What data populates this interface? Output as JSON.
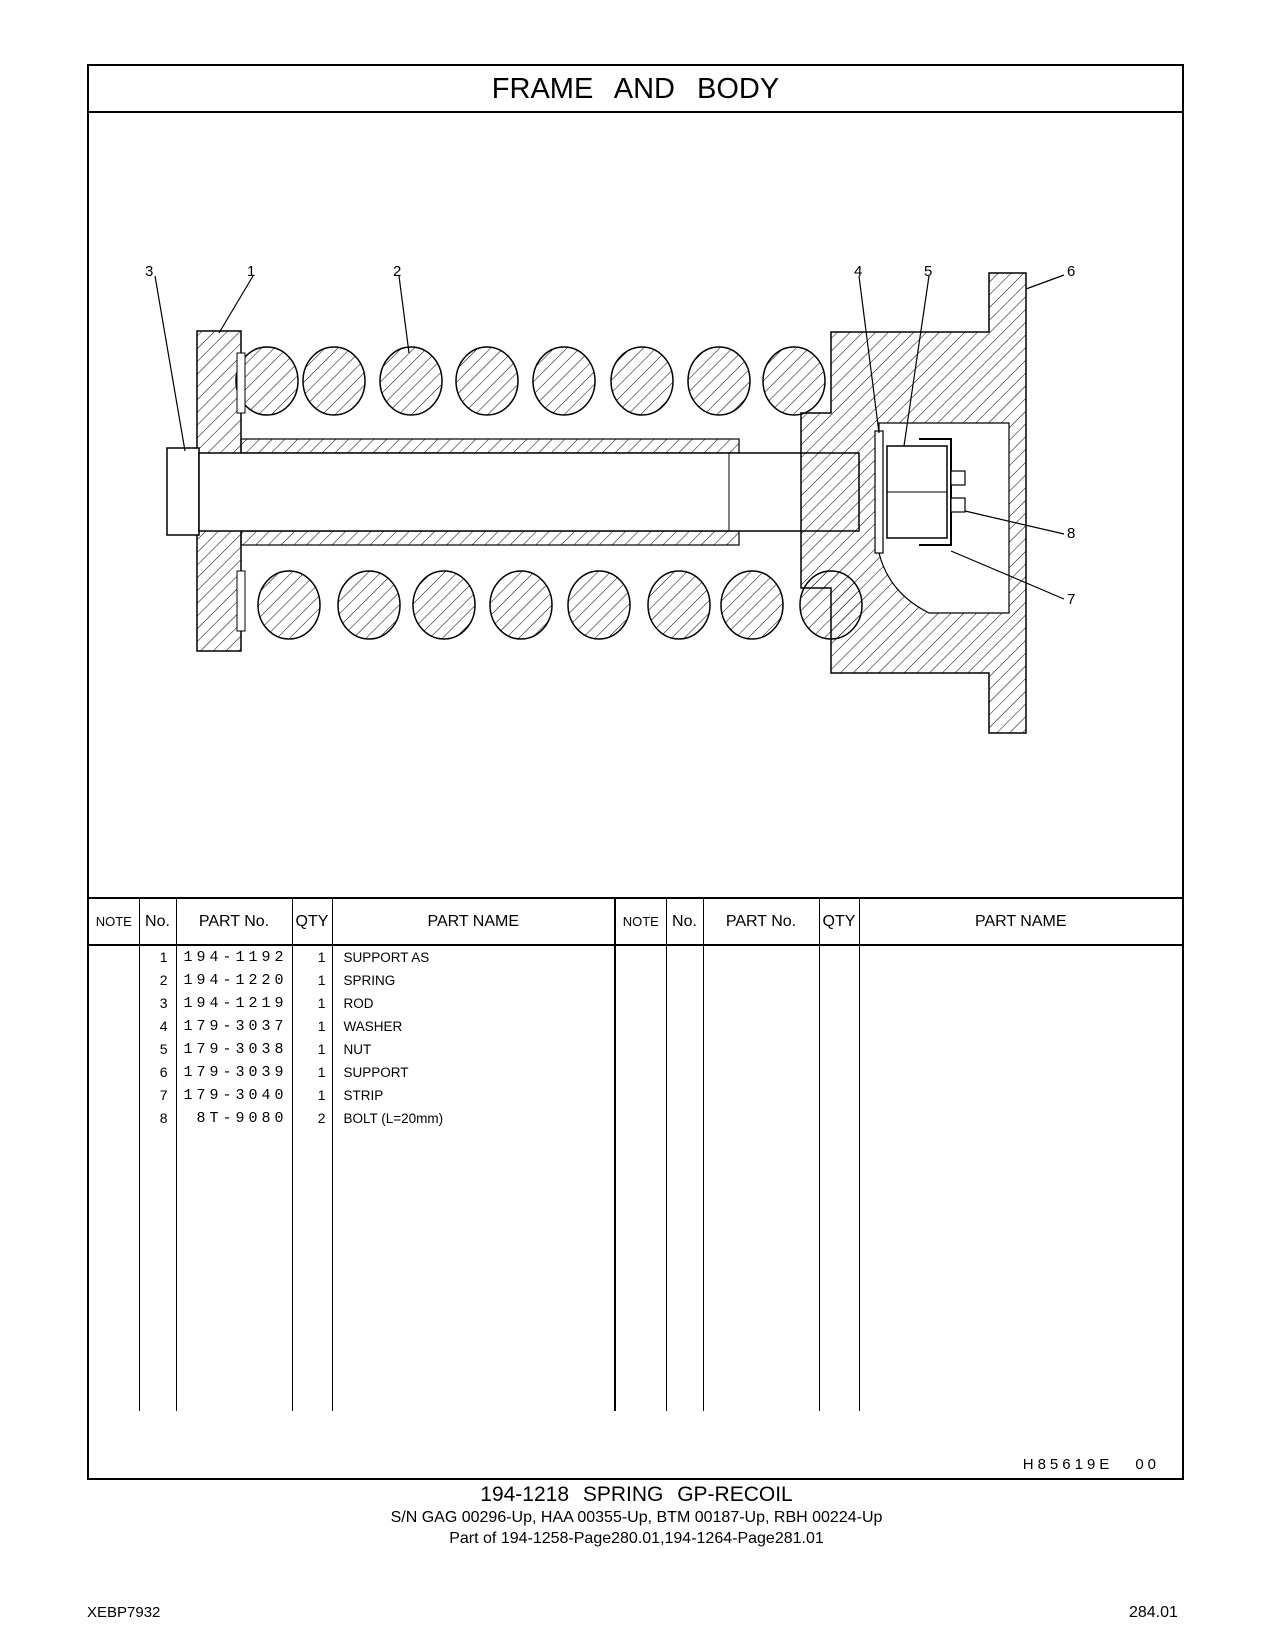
{
  "header": {
    "title": "FRAME AND BODY"
  },
  "callouts": [
    "3",
    "1",
    "2",
    "4",
    "5",
    "6",
    "8",
    "7"
  ],
  "table": {
    "headers": {
      "note": "NOTE",
      "no": "No.",
      "part_no": "PART No.",
      "qty": "QTY",
      "part_name": "PART NAME"
    },
    "rows": [
      {
        "no": "1",
        "part_no": "194-1192",
        "qty": "1",
        "name": "SUPPORT AS"
      },
      {
        "no": "2",
        "part_no": "194-1220",
        "qty": "1",
        "name": "SPRING"
      },
      {
        "no": "3",
        "part_no": "194-1219",
        "qty": "1",
        "name": "ROD"
      },
      {
        "no": "4",
        "part_no": "179-3037",
        "qty": "1",
        "name": "WASHER"
      },
      {
        "no": "5",
        "part_no": "179-3038",
        "qty": "1",
        "name": "NUT"
      },
      {
        "no": "6",
        "part_no": "179-3039",
        "qty": "1",
        "name": "SUPPORT"
      },
      {
        "no": "7",
        "part_no": "179-3040",
        "qty": "1",
        "name": "STRIP"
      },
      {
        "no": "8",
        "part_no": "8T-9080",
        "qty": "2",
        "name": "BOLT (L=20mm)"
      }
    ]
  },
  "drawing_code": "H85619E",
  "drawing_rev": "00",
  "caption": {
    "line1": "194-1218 SPRING GP-RECOIL",
    "line2": "S/N GAG 00296-Up, HAA 00355-Up, BTM 00187-Up, RBH 00224-Up",
    "line3": "Part of 194-1258-Page280.01,194-1264-Page281.01"
  },
  "doc_number": "XEBP7932",
  "page_number": "284.01"
}
